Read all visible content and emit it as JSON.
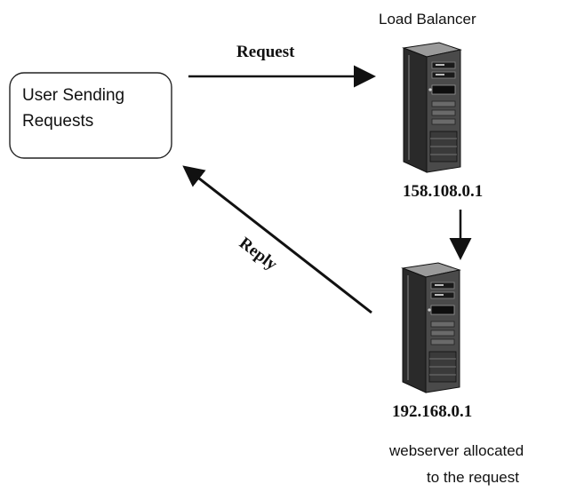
{
  "user_box": {
    "line1": "User Sending",
    "line2": "Requests"
  },
  "load_balancer": {
    "title": "Load Balancer",
    "ip": "158.108.0.1"
  },
  "webserver": {
    "ip": "192.168.0.1",
    "caption_line1": "webserver allocated",
    "caption_line2": "to the request"
  },
  "arrows": {
    "request_label": "Request",
    "reply_label": "Reply"
  },
  "icons": {
    "server": "server-tower-icon"
  },
  "colors": {
    "ink": "#111111",
    "background": "#ffffff"
  }
}
